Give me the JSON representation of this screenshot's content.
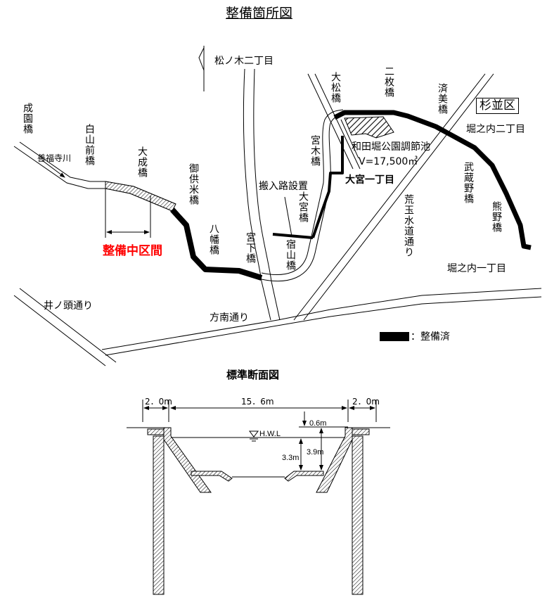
{
  "title": "整備箇所図",
  "map": {
    "district": "杉並区",
    "areas": [
      "松ノ木二丁目",
      "堀之内二丁目",
      "大宮一丁目",
      "堀之内一丁目"
    ],
    "river": "善福寺川",
    "pond": {
      "name": "和田堀公園調節池",
      "volume": "V=17,500㎥"
    },
    "access_road": "搬入路設置",
    "under_construction": "整備中区間",
    "roads": [
      "井ノ頭通り",
      "方南通り",
      "荒玉水道通り"
    ],
    "bridges": [
      "成園橋",
      "白山前橋",
      "大成橋",
      "御供米橋",
      "八幡橋",
      "宮下橋",
      "宿山橋",
      "大宮橋",
      "宮木橋",
      "大松橋",
      "二枚橋",
      "済美橋",
      "武蔵野橋",
      "熊野橋"
    ],
    "legend": {
      "completed": "：整備済"
    }
  },
  "section": {
    "title": "標準断面図",
    "left_width": "2．0m",
    "channel_width": "15．6m",
    "right_width": "2．0m",
    "freeboard": "0.6m",
    "hwl": "H.W.L",
    "hwl_depth": "3.3m",
    "total_depth": "3.9m"
  },
  "colors": {
    "completed": "#000000",
    "under_construction_label": "#ff0000"
  }
}
